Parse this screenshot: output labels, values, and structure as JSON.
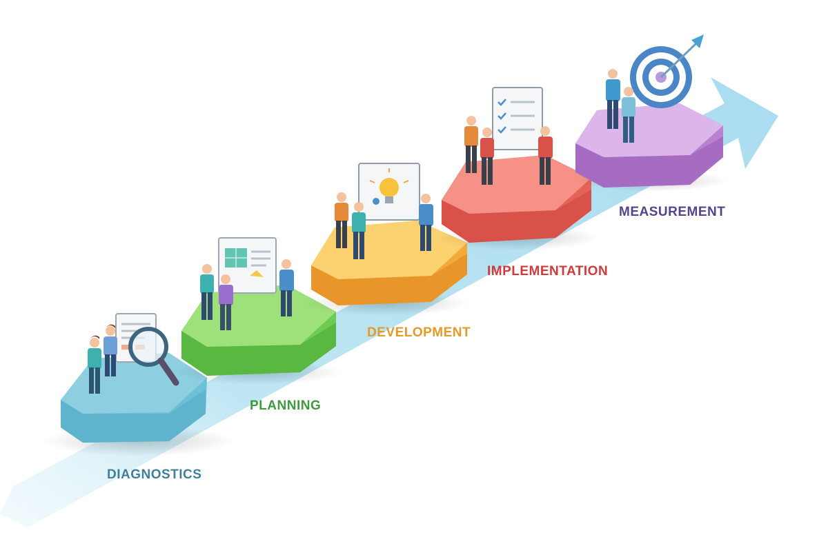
{
  "diagram": {
    "type": "process-staircase",
    "arrow_color": "#bfe6f3",
    "steps": [
      {
        "label": "DIAGNOSTICS",
        "color": "#3f7f9c",
        "platform_top": "#8dcfe0",
        "platform_side": "#5fb3cc",
        "platform_front": "#6ec0d6",
        "icon": "magnifying-glass-icon"
      },
      {
        "label": "PLANNING",
        "color": "#3f9a3c",
        "platform_top": "#9ee07a",
        "platform_side": "#58b842",
        "platform_front": "#6fcb52",
        "icon": "planning-board-icon"
      },
      {
        "label": "DEVELOPMENT",
        "color": "#e49a2a",
        "platform_top": "#fcd170",
        "platform_side": "#e8962a",
        "platform_front": "#f2ab38",
        "icon": "lightbulb-icon"
      },
      {
        "label": "IMPLEMENTATION",
        "color": "#cf3a3a",
        "platform_top": "#f59187",
        "platform_side": "#d9524a",
        "platform_front": "#e4645a",
        "icon": "checklist-icon"
      },
      {
        "label": "MEASUREMENT",
        "color": "#56428e",
        "platform_top": "#dcb5ea",
        "platform_side": "#a66cc2",
        "platform_front": "#b982d0",
        "icon": "target-icon"
      }
    ]
  }
}
